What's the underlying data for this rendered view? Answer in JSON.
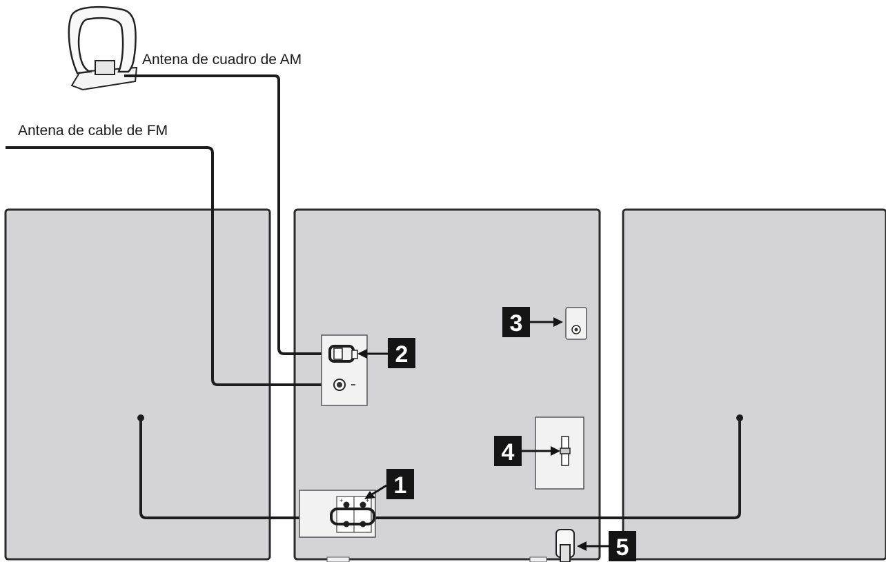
{
  "labels": {
    "am_antenna": "Antena de cuadro de AM",
    "fm_antenna": "Antena de cable de FM"
  },
  "callouts": [
    "1",
    "2",
    "3",
    "4",
    "5"
  ],
  "colors": {
    "panel_fill": "#d4d4d6",
    "panel_stroke": "#2b2b2b",
    "cable": "#1c1c1c",
    "callout_fill": "#141414",
    "callout_text": "#ffffff",
    "jack_fill": "#f2f2f2"
  }
}
